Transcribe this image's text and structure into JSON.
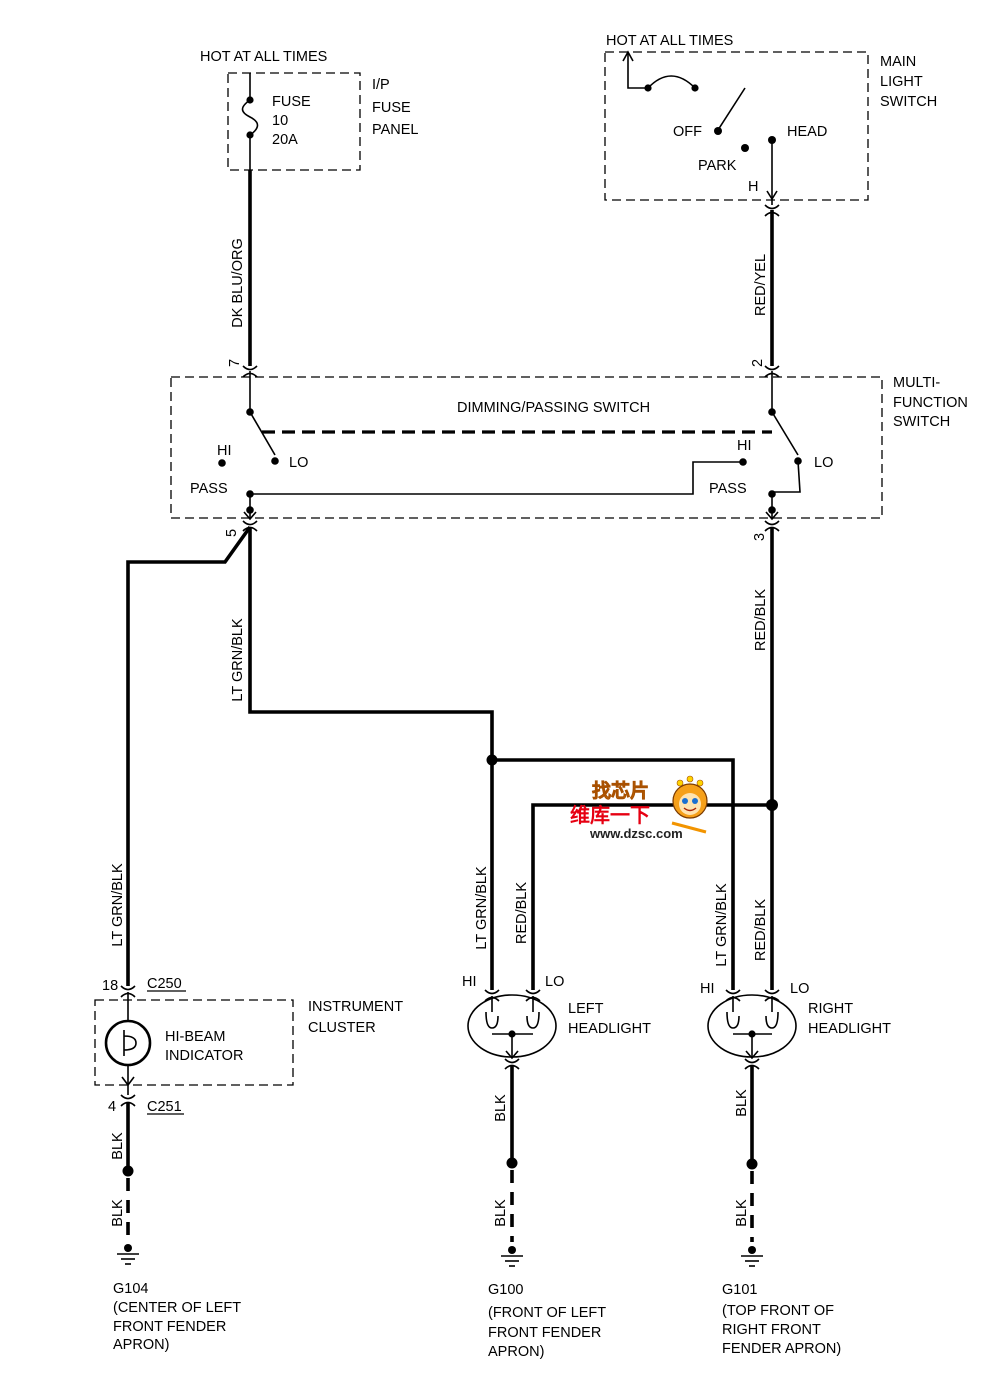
{
  "fuse_panel": {
    "supply_label": "HOT AT ALL TIMES",
    "fuse_name": "FUSE",
    "fuse_number": "10",
    "fuse_rating": "20A",
    "panel_lines": [
      "I/P",
      "FUSE",
      "PANEL"
    ]
  },
  "main_light_switch": {
    "supply_label": "HOT AT ALL TIMES",
    "name_lines": [
      "MAIN",
      "LIGHT",
      "SWITCH"
    ],
    "off": "OFF",
    "park": "PARK",
    "head": "HEAD",
    "terminal": "H"
  },
  "upper_wires": {
    "fuse_feed": {
      "color": "DK BLU/ORG",
      "pin": "7"
    },
    "headlamp_feed": {
      "color": "RED/YEL",
      "pin": "2"
    }
  },
  "multi_function_switch": {
    "name_lines": [
      "MULTI-",
      "FUNCTION",
      "SWITCH"
    ],
    "sub_name": "DIMMING/PASSING SWITCH",
    "left": {
      "hi": "HI",
      "lo": "LO",
      "pass": "PASS"
    },
    "right": {
      "hi": "HI",
      "lo": "LO",
      "pass": "PASS"
    }
  },
  "lower_wires": {
    "hi_beam_out": {
      "pin": "5",
      "color": "LT GRN/BLK"
    },
    "lo_beam_out": {
      "pin": "3",
      "color": "RED/BLK"
    },
    "cluster_feed": "LT GRN/BLK",
    "left_hi": "LT GRN/BLK",
    "left_lo": "RED/BLK",
    "right_hi": "LT GRN/BLK",
    "right_lo": "RED/BLK"
  },
  "instrument_cluster": {
    "pin_in": "18",
    "connector_in": "C250",
    "name_lines": [
      "INSTRUMENT",
      "CLUSTER"
    ],
    "indicator_lines": [
      "HI-BEAM",
      "INDICATOR"
    ],
    "pin_out": "4",
    "connector_out": "C251"
  },
  "left_headlight": {
    "hi": "HI",
    "lo": "LO",
    "name_lines": [
      "LEFT",
      "HEADLIGHT"
    ]
  },
  "right_headlight": {
    "hi": "HI",
    "lo": "LO",
    "name_lines": [
      "RIGHT",
      "HEADLIGHT"
    ]
  },
  "grounds": [
    {
      "wire_upper": "BLK",
      "wire_lower": "BLK",
      "id": "G104",
      "location_lines": [
        "(CENTER OF LEFT",
        "FRONT FENDER",
        "APRON)"
      ]
    },
    {
      "wire_upper": "BLK",
      "wire_lower": "BLK",
      "id": "G100",
      "location_lines": [
        "(FRONT OF LEFT",
        "FRONT FENDER",
        "APRON)"
      ]
    },
    {
      "wire_upper": "BLK",
      "wire_lower": "BLK",
      "id": "G101",
      "location_lines": [
        "(TOP FRONT OF",
        "RIGHT FRONT",
        "FENDER APRON)"
      ]
    }
  ],
  "watermark": {
    "logo_text": "找芯片",
    "slogan": "维库一下",
    "url": "www.dzsc.com"
  },
  "colors": {
    "line": "#000000",
    "background": "#ffffff",
    "watermark_red": "#e60012",
    "watermark_orange": "#f7a21b"
  }
}
